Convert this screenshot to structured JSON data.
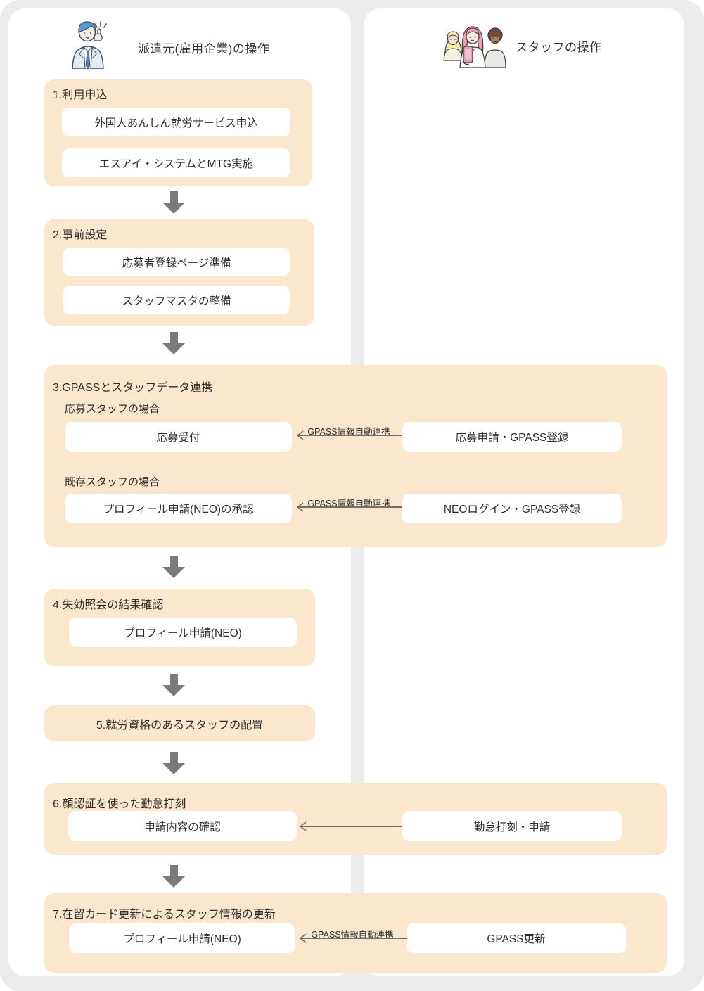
{
  "columns": {
    "left": {
      "title": "派遣元(雇用企業)の操作",
      "icon": "businessman-pointing-illustration"
    },
    "right": {
      "title": "スタッフの操作",
      "icon": "staff-group-illustration"
    }
  },
  "steps": {
    "step1": {
      "label": "1.利用申込",
      "boxes": [
        "外国人あんしん就労サービス申込",
        "エスアイ・システムとMTG実施"
      ]
    },
    "step2": {
      "label": "2.事前設定",
      "boxes": [
        "応募者登録ページ準備",
        "スタッフマスタの整備"
      ]
    },
    "step3": {
      "label": "3.GPASSとスタッフデータ連携",
      "case1": {
        "sublabel": "応募スタッフの場合",
        "left_box": "応募受付",
        "right_box": "応募申請・GPASS登録",
        "arrow_label": "GPASS情報自動連携"
      },
      "case2": {
        "sublabel": "既存スタッフの場合",
        "left_box": "プロフィール申請(NEO)の承認",
        "right_box": "NEOログイン・GPASS登録",
        "arrow_label": "GPASS情報自動連携"
      }
    },
    "step4": {
      "label": "4.失効照会の結果確認",
      "boxes": [
        "プロフィール申請(NEO)"
      ]
    },
    "step5": {
      "label": "5.就労資格のあるスタッフの配置"
    },
    "step6": {
      "label": "6.顔認証を使った勤怠打刻",
      "left_box": "申請内容の確認",
      "right_box": "勤怠打刻・申請"
    },
    "step7": {
      "label": "7.在留カード更新によるスタッフ情報の更新",
      "left_box": "プロフィール申請(NEO)",
      "right_box": "GPASS更新",
      "arrow_label": "GPASS情報自動連携"
    }
  },
  "colors": {
    "outer_background": "#ececec",
    "panel_background": "#ffffff",
    "step_background": "#fbe7cb",
    "arrow_gray": "#7a7a7a",
    "line_gray": "#6e6e6e"
  }
}
